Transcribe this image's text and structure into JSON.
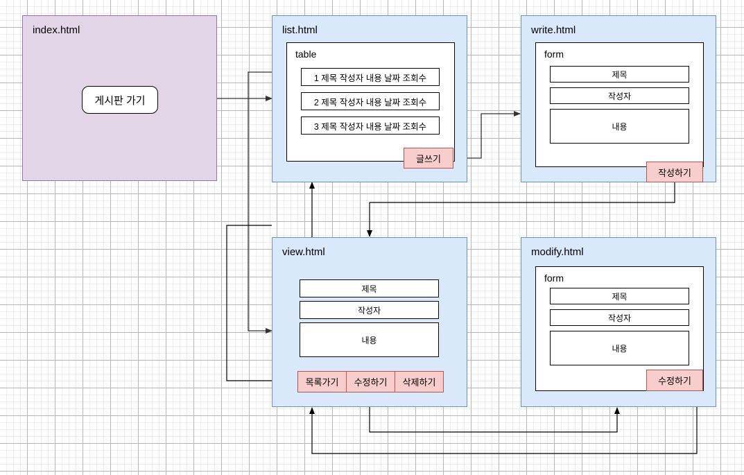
{
  "diagram": {
    "title": "board-site-flow",
    "colors": {
      "page_fill_blue": "#dae8fc",
      "page_stroke_blue": "#6c8ebf",
      "page_fill_purple": "#e1d5e7",
      "page_stroke_purple": "#9673a6",
      "button_fill_pink": "#f8cecc",
      "button_stroke_pink": "#b85450",
      "inner_fill": "#ffffff",
      "inner_stroke": "#000000",
      "edge_stroke": "#000000",
      "grid": "#c8c8c8"
    }
  },
  "index_page": {
    "title": "index.html",
    "link_button": "게시판 가기"
  },
  "list_page": {
    "title": "list.html",
    "inner_label": "table",
    "rows": [
      "1 제목 작성자 내용 날짜 조회수",
      "2 제목 작성자 내용 날짜 조회수",
      "3 제목 작성자 내용 날짜 조회수"
    ],
    "write_button": "글쓰기"
  },
  "write_page": {
    "title": "write.html",
    "inner_label": "form",
    "fields": [
      "제목",
      "작성자",
      "내용"
    ],
    "submit_button": "작성하기"
  },
  "view_page": {
    "title": "view.html",
    "fields": [
      "제목",
      "작성자",
      "내용"
    ],
    "buttons": [
      "목록가기",
      "수정하기",
      "삭제하기"
    ]
  },
  "modify_page": {
    "title": "modify.html",
    "inner_label": "form",
    "fields": [
      "제목",
      "작성자",
      "내용"
    ],
    "submit_button": "수정하기"
  }
}
